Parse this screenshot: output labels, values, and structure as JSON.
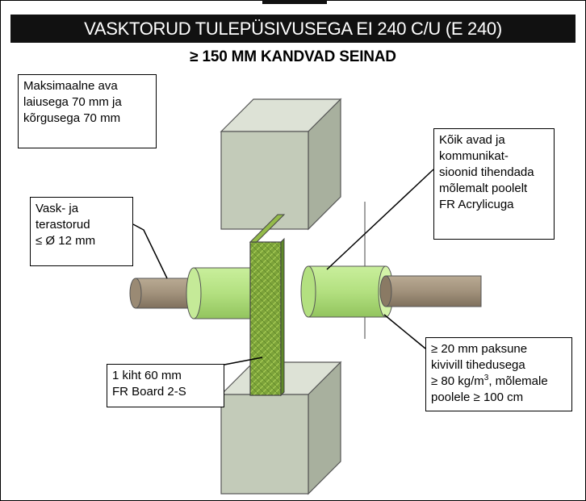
{
  "title": "VASKTORUD TULEPÜSIVUSEGA EI 240 C/U (E 240)",
  "subtitle": "≥ 150 MM KANDVAD SEINAD",
  "colors": {
    "title_bg": "#111111",
    "wall": "#c3cbb9",
    "board": "#7da33a",
    "insulation": "#b9e38a",
    "pipe": "#a2927c"
  },
  "callouts": {
    "max_opening": [
      "Maksimaalne ava",
      "laiusega 70 mm ja",
      "kõrgusega 70 mm"
    ],
    "pipes": [
      "Vask- ja",
      "terastorud",
      "≤ Ø 12 mm"
    ],
    "seal": [
      "Kõik avad ja",
      "kommunikat-",
      "sioonid tihendada",
      "mõlemalt poolelt",
      "FR Acrylicuga"
    ],
    "board": [
      "1 kiht 60 mm",
      "FR Board 2-S"
    ],
    "insulation": {
      "line1": "≥ 20 mm paksune",
      "line2": "kivivill tihedusega",
      "line3_pre": "≥ 80 kg/m",
      "line3_sup": "3",
      "line3_post": ", mõlemale",
      "line4": "poolele ≥ 100 cm"
    }
  }
}
